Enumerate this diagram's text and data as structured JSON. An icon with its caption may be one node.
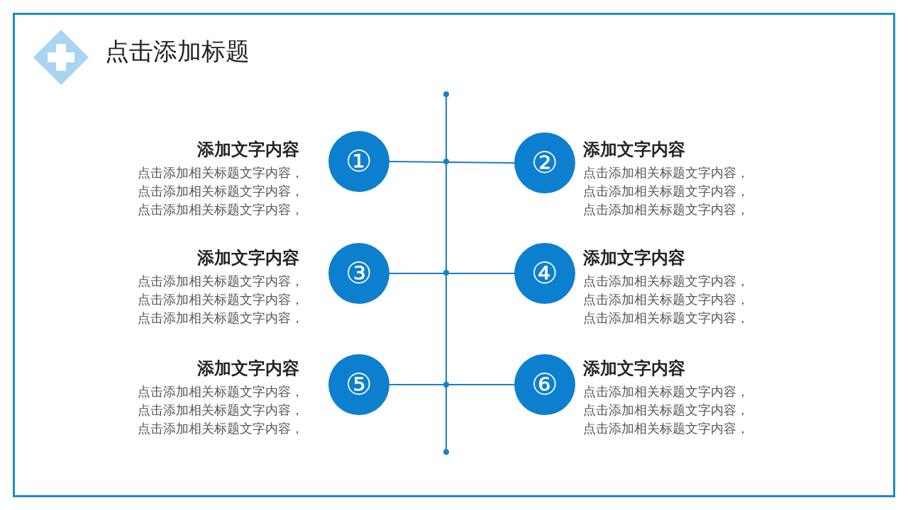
{
  "diagram": {
    "title": "点击添加标题",
    "nodes": [
      {
        "text": [
          "①"
        ],
        "beside": [
          "添加文字内容",
          "点击添加相关标题文字内容，点击添加相关标题文字内容，点击添加相关标题文字内容，"
        ]
      },
      {
        "text": [
          "②"
        ],
        "beside": [
          "添加文字内容",
          "点击添加相关标题文字内容，点击添加相关标题文字内容，点击添加相关标题文字内容，"
        ]
      },
      {
        "text": [
          "③"
        ],
        "beside": [
          "添加文字内容",
          "点击添加相关标题文字内容，点击添加相关标题文字内容，点击添加相关标题文字内容，"
        ]
      },
      {
        "text": [
          "④"
        ],
        "beside": [
          "添加文字内容",
          "点击添加相关标题文字内容，点击添加相关标题文字内容，点击添加相关标题文字内容，"
        ]
      },
      {
        "text": [
          "⑤"
        ],
        "beside": [
          "添加文字内容",
          "点击添加相关标题文字内容，点击添加相关标题文字内容，点击添加相关标题文字内容，"
        ]
      },
      {
        "text": [
          "⑥"
        ],
        "beside": [
          "添加文字内容",
          "点击添加相关标题文字内容，点击添加相关标题文字内容，点击添加相关标题文字内容，"
        ]
      }
    ],
    "edges": [
      {
        "from": 0,
        "to": 1,
        "arrow": "none"
      },
      {
        "from": 2,
        "to": 3,
        "arrow": "none"
      },
      {
        "from": 4,
        "to": 5,
        "arrow": "none"
      }
    ]
  }
}
